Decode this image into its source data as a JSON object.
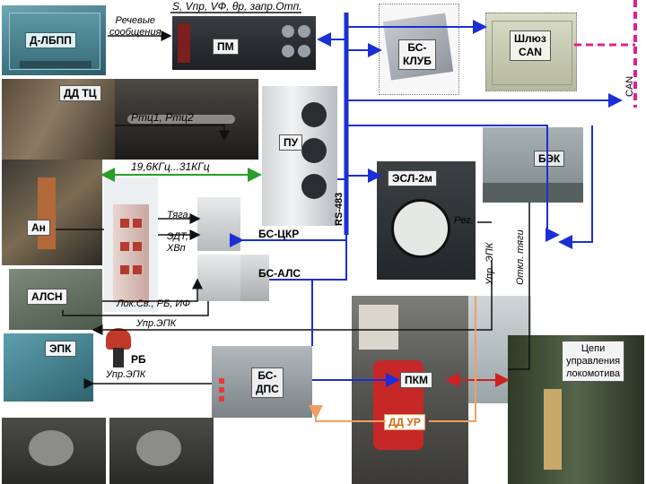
{
  "labels": {
    "dlbpp": "Д-ЛБПП",
    "speech": "Речевые\nсообщения",
    "params": "S, Vпр, VФ, θр, запр.Отп.",
    "pm": "ПМ",
    "bsklub": "БС-\nКЛУБ",
    "shluz": "Шлюз\nCAN",
    "can": "CAN",
    "ddtc": "ДД ТЦ",
    "rtc": "Ртц1, Ртц2",
    "pu": "ПУ",
    "bek": "БЭК",
    "freq": "19,6КГц...31КГц",
    "rs483": "RS-483",
    "esl2m": "ЭСЛ-2м",
    "tyaga": "Тяга,",
    "edt": "ЭДТ,\nХВп",
    "an": "Ан",
    "bsckr": "БС-ЦКР",
    "reg": "Рег.",
    "upr_epk_v": "Упр. ЭПК",
    "otkl_tyagi": "Откл. тяги",
    "alsn": "АЛСН",
    "bsals": "БС-АЛС",
    "lok": "Лок.Св., РБ, ИФ",
    "upr_epk": "Упр.ЭПК",
    "epk": "ЭПК",
    "rb": "РБ",
    "upr_epk2": "Упр.ЭПК",
    "bsdps": "БС-\nДПС",
    "pkm": "ПКМ",
    "ddur": "ДД УР",
    "tsepi": "Цепи\nуправления\nлокомотива"
  },
  "colors": {
    "bus": "#1a2fd6",
    "green_wire": "#2a9d2a",
    "red_wire": "#d02020",
    "orange_wire": "#f0a060",
    "can_dash": "#e0208c"
  }
}
